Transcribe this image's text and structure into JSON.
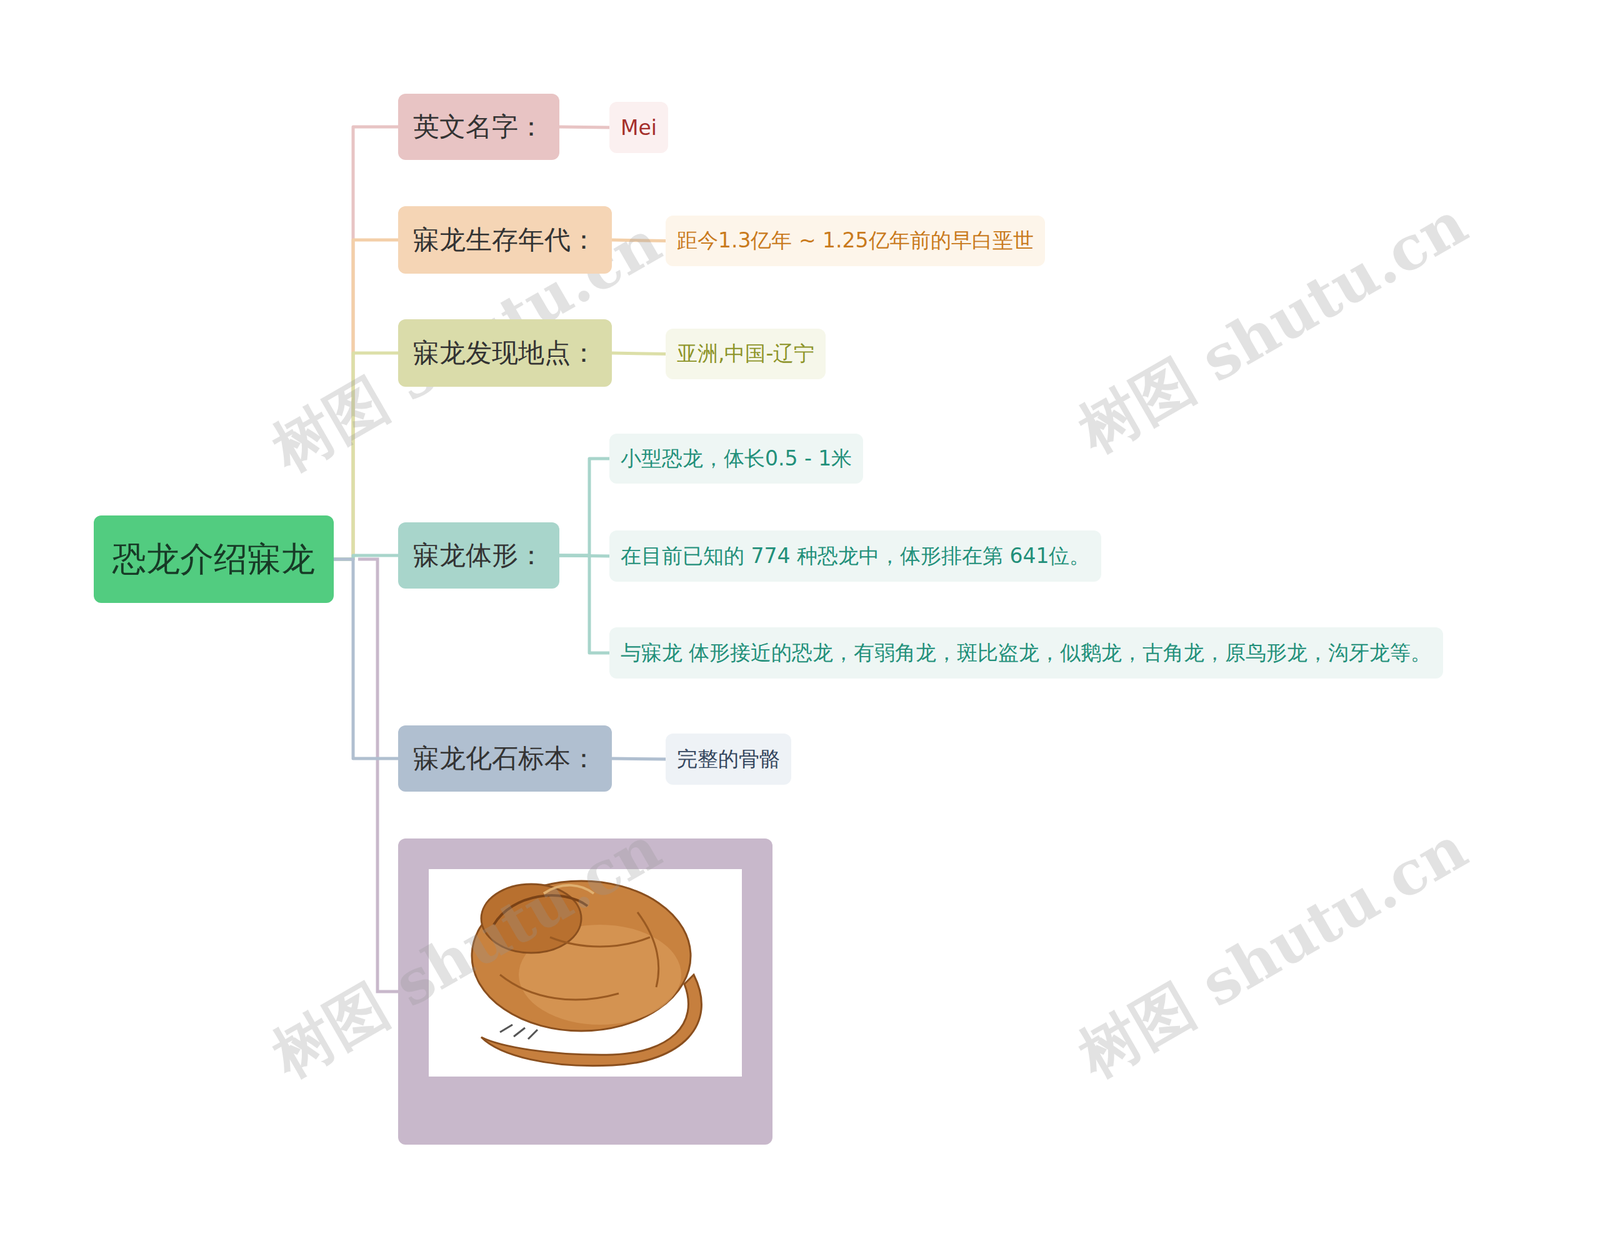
{
  "diagram": {
    "nodes": [
      {
        "text": [
          "恐龙介绍寐龙"
        ]
      },
      {
        "text": [
          "英文名字："
        ]
      },
      {
        "text": [
          "Mei"
        ]
      },
      {
        "text": [
          "寐龙生存年代："
        ]
      },
      {
        "text": [
          "距今1.3亿年 ~ 1.25亿年前的早白垩世"
        ]
      },
      {
        "text": [
          "寐龙发现地点："
        ]
      },
      {
        "text": [
          "亚洲,中国-辽宁"
        ]
      },
      {
        "text": [
          "寐龙体形："
        ]
      },
      {
        "text": [
          "小型恐龙，体长0.5 - 1米"
        ]
      },
      {
        "text": [
          "在目前已知的 774 种恐龙中，体形排在第 641位。"
        ]
      },
      {
        "text": [
          "与寐龙 体形接近的恐龙，有弱角龙，斑比盗龙，似鹅龙，古角龙，原鸟形龙，沟牙龙等。"
        ]
      },
      {
        "text": [
          "寐龙化石标本："
        ]
      },
      {
        "text": [
          "完整的骨骼"
        ]
      }
    ],
    "edges": [
      {
        "from": 0,
        "to": 1,
        "arrow": "none"
      },
      {
        "from": 0,
        "to": 3,
        "arrow": "none"
      },
      {
        "from": 0,
        "to": 5,
        "arrow": "none"
      },
      {
        "from": 0,
        "to": 7,
        "arrow": "none"
      },
      {
        "from": 0,
        "to": 11,
        "arrow": "none"
      },
      {
        "from": 1,
        "to": 2,
        "arrow": "none"
      },
      {
        "from": 3,
        "to": 4,
        "arrow": "none"
      },
      {
        "from": 5,
        "to": 6,
        "arrow": "none"
      },
      {
        "from": 7,
        "to": 8,
        "arrow": "none"
      },
      {
        "from": 7,
        "to": 9,
        "arrow": "none"
      },
      {
        "from": 7,
        "to": 10,
        "arrow": "none"
      },
      {
        "from": 11,
        "to": 12,
        "arrow": "none"
      }
    ],
    "labels": [
      "树图 shutu.cn",
      "树图 shutu.cn",
      "树图 shutu.cn",
      "树图 shutu.cn"
    ]
  }
}
